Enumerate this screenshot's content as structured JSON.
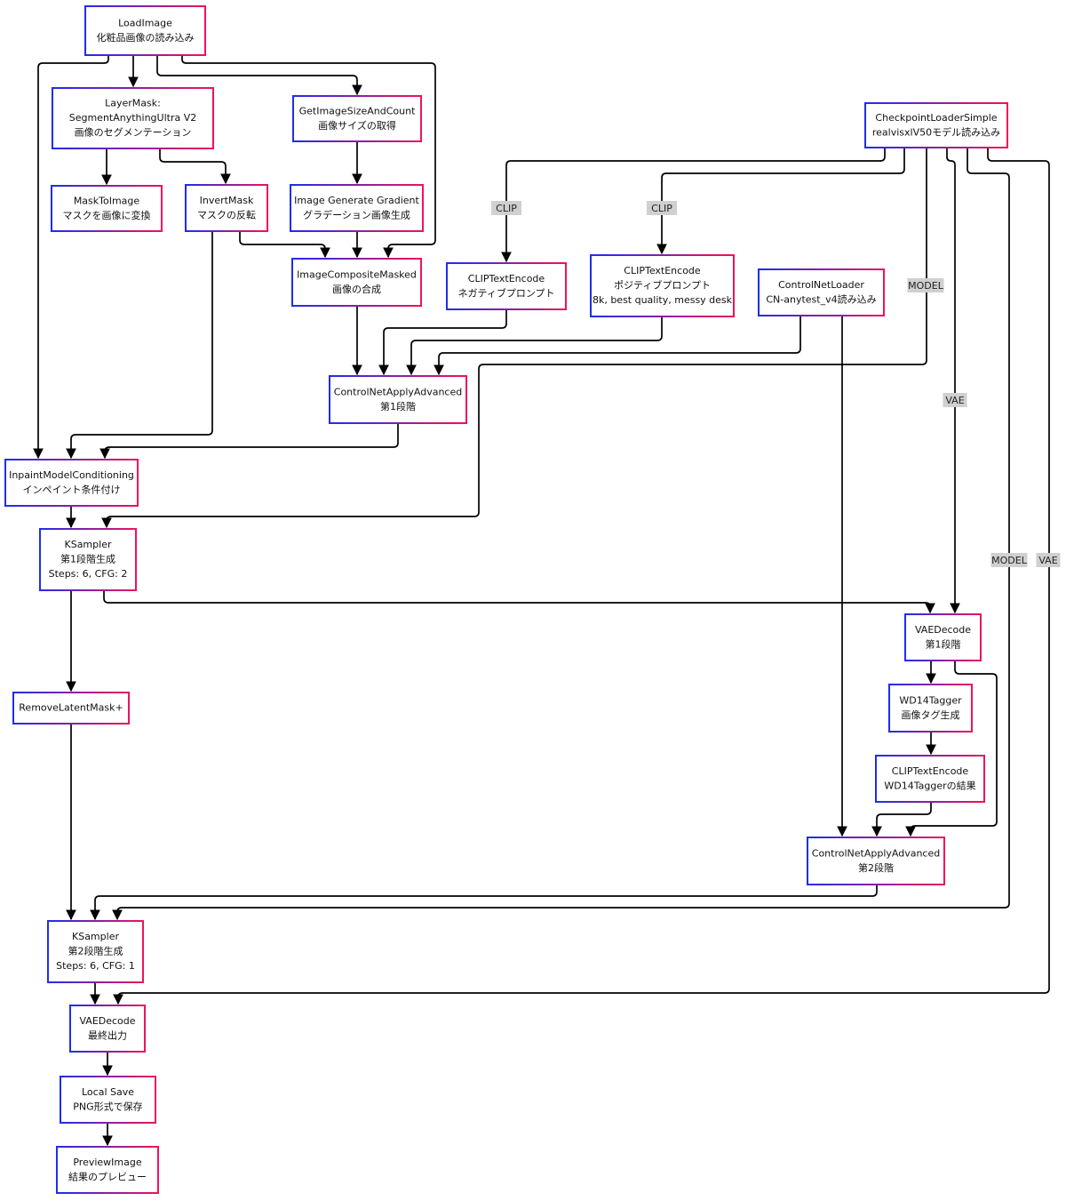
{
  "colors": {
    "border_start": "#1f2cf0",
    "border_end": "#f0125a",
    "edge": "#000000",
    "label_bg": "#d0d0d0"
  },
  "nodes": [
    {
      "id": "load_image",
      "lines": [
        "LoadImage",
        "化粧品画像の読み込み"
      ]
    },
    {
      "id": "layermask",
      "lines": [
        "LayerMask:",
        "SegmentAnythingUltra V2",
        "画像のセグメンテーション"
      ]
    },
    {
      "id": "get_image_size",
      "lines": [
        "GetImageSizeAndCount",
        "画像サイズの取得"
      ]
    },
    {
      "id": "mask_to_image",
      "lines": [
        "MaskToImage",
        "マスクを画像に変換"
      ]
    },
    {
      "id": "invert_mask",
      "lines": [
        "InvertMask",
        "マスクの反転"
      ]
    },
    {
      "id": "gradient",
      "lines": [
        "Image Generate Gradient",
        "グラデーション画像生成"
      ]
    },
    {
      "id": "composite",
      "lines": [
        "ImageCompositeMasked",
        "画像の合成"
      ]
    },
    {
      "id": "checkpoint",
      "lines": [
        "CheckpointLoaderSimple",
        "realvisxlV50モデル読み込み"
      ]
    },
    {
      "id": "clip_neg",
      "lines": [
        "CLIPTextEncode",
        "ネガティブプロンプト"
      ]
    },
    {
      "id": "clip_pos",
      "lines": [
        "CLIPTextEncode",
        "ポジティブプロンプト",
        "8k, best quality, messy desk"
      ]
    },
    {
      "id": "controlnet_loader",
      "lines": [
        "ControlNetLoader",
        "CN-anytest_v4読み込み"
      ]
    },
    {
      "id": "cn_apply_1",
      "lines": [
        "ControlNetApplyAdvanced",
        "第1段階"
      ]
    },
    {
      "id": "inpaint",
      "lines": [
        "InpaintModelConditioning",
        "インペイント条件付け"
      ]
    },
    {
      "id": "ksampler_1",
      "lines": [
        "KSampler",
        "第1段階生成",
        "Steps: 6, CFG: 2"
      ]
    },
    {
      "id": "vae_decode_1",
      "lines": [
        "VAEDecode",
        "第1段階"
      ]
    },
    {
      "id": "remove_mask",
      "lines": [
        "RemoveLatentMask+"
      ]
    },
    {
      "id": "wd14",
      "lines": [
        "WD14Tagger",
        "画像タグ生成"
      ]
    },
    {
      "id": "clip_wd14",
      "lines": [
        "CLIPTextEncode",
        "WD14Taggerの結果"
      ]
    },
    {
      "id": "cn_apply_2",
      "lines": [
        "ControlNetApplyAdvanced",
        "第2段階"
      ]
    },
    {
      "id": "ksampler_2",
      "lines": [
        "KSampler",
        "第2段階生成",
        "Steps: 6, CFG: 1"
      ]
    },
    {
      "id": "vae_decode_final",
      "lines": [
        "VAEDecode",
        "最終出力"
      ]
    },
    {
      "id": "local_save",
      "lines": [
        "Local Save",
        "PNG形式で保存"
      ]
    },
    {
      "id": "preview",
      "lines": [
        "PreviewImage",
        "結果のプレビュー"
      ]
    }
  ],
  "edges": [
    {
      "from": "load_image",
      "to": "inpaint"
    },
    {
      "from": "load_image",
      "to": "layermask"
    },
    {
      "from": "load_image",
      "to": "get_image_size"
    },
    {
      "from": "load_image",
      "to": "composite"
    },
    {
      "from": "layermask",
      "to": "mask_to_image"
    },
    {
      "from": "layermask",
      "to": "invert_mask"
    },
    {
      "from": "get_image_size",
      "to": "gradient"
    },
    {
      "from": "invert_mask",
      "to": "composite"
    },
    {
      "from": "gradient",
      "to": "composite"
    },
    {
      "from": "invert_mask",
      "to": "inpaint"
    },
    {
      "from": "checkpoint",
      "to": "clip_neg",
      "label": "CLIP"
    },
    {
      "from": "checkpoint",
      "to": "clip_pos",
      "label": "CLIP"
    },
    {
      "from": "checkpoint",
      "to": "ksampler_1",
      "label": "MODEL"
    },
    {
      "from": "checkpoint",
      "to": "vae_decode_1",
      "label": "VAE"
    },
    {
      "from": "checkpoint",
      "to": "ksampler_2",
      "label": "MODEL"
    },
    {
      "from": "checkpoint",
      "to": "vae_decode_final",
      "label": "VAE"
    },
    {
      "from": "composite",
      "to": "cn_apply_1"
    },
    {
      "from": "clip_neg",
      "to": "cn_apply_1"
    },
    {
      "from": "clip_pos",
      "to": "cn_apply_1"
    },
    {
      "from": "controlnet_loader",
      "to": "cn_apply_1"
    },
    {
      "from": "controlnet_loader",
      "to": "cn_apply_2"
    },
    {
      "from": "cn_apply_1",
      "to": "inpaint"
    },
    {
      "from": "inpaint",
      "to": "ksampler_1"
    },
    {
      "from": "ksampler_1",
      "to": "vae_decode_1"
    },
    {
      "from": "ksampler_1",
      "to": "remove_mask"
    },
    {
      "from": "vae_decode_1",
      "to": "wd14"
    },
    {
      "from": "vae_decode_1",
      "to": "cn_apply_2"
    },
    {
      "from": "wd14",
      "to": "clip_wd14"
    },
    {
      "from": "clip_wd14",
      "to": "cn_apply_2"
    },
    {
      "from": "remove_mask",
      "to": "ksampler_2"
    },
    {
      "from": "cn_apply_2",
      "to": "ksampler_2"
    },
    {
      "from": "ksampler_2",
      "to": "vae_decode_final"
    },
    {
      "from": "vae_decode_final",
      "to": "local_save"
    },
    {
      "from": "local_save",
      "to": "preview"
    }
  ]
}
